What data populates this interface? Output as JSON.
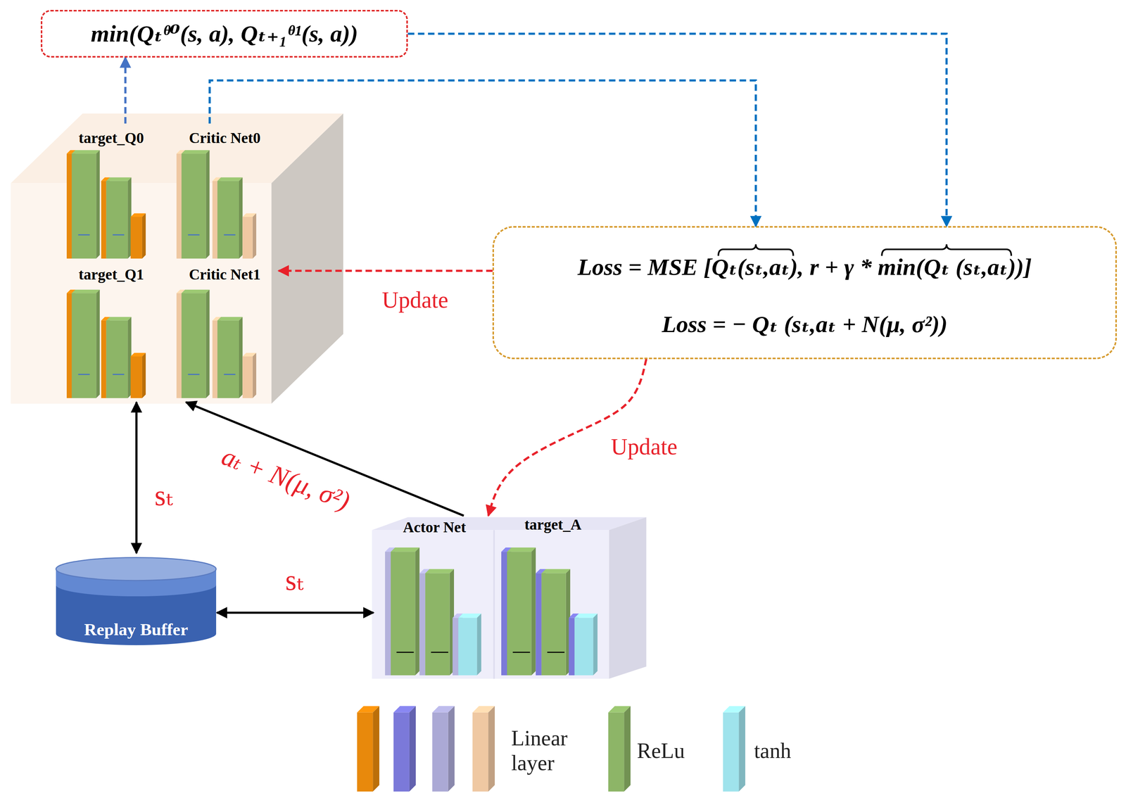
{
  "diagram": {
    "nodes": [
      {
        "text": [
          "min(Qₜᶿ⁰(s, a), Qₜ₊₁ᶿ¹(s, a))"
        ]
      },
      {
        "text": [
          "target_Q0"
        ]
      },
      {
        "text": [
          "Critic Net0"
        ]
      },
      {
        "text": [
          "target_Q1"
        ]
      },
      {
        "text": [
          "Critic Net1"
        ]
      },
      {
        "text": [
          "Loss = MSE [Qₜ(sₜ,aₜ), r + γ * min(Qₜ (sₜ,aₜ))]",
          "Loss = − Qₜ (sₜ,aₜ + N(μ, σ²))"
        ]
      },
      {
        "text": [
          "Replay Buffer"
        ]
      },
      {
        "text": [
          "Actor Net"
        ]
      },
      {
        "text": [
          "target_A"
        ]
      }
    ],
    "edges": [
      {
        "from": 1,
        "to": 0,
        "arrow": "to"
      },
      {
        "from": 2,
        "to": 5,
        "arrow": "to"
      },
      {
        "from": 0,
        "to": 5,
        "arrow": "to"
      },
      {
        "from": 5,
        "to": 4,
        "label": "Update",
        "arrow": "to"
      },
      {
        "from": 5,
        "to": 7,
        "label": "Update",
        "arrow": "to"
      },
      {
        "from": 6,
        "to": 3,
        "label": "sₜ",
        "arrow": "both"
      },
      {
        "from": 6,
        "to": 7,
        "label": "sₜ",
        "arrow": "both"
      },
      {
        "from": 7,
        "to": 4,
        "label": "aₜ + N(μ, σ²)",
        "arrow": "to"
      }
    ],
    "legend": [
      {
        "text": "Linear layer",
        "color": "#e8890c"
      },
      {
        "text": "ReLu",
        "color": "#8db567"
      },
      {
        "text": "tanh",
        "color": "#9fe3ec"
      }
    ]
  }
}
